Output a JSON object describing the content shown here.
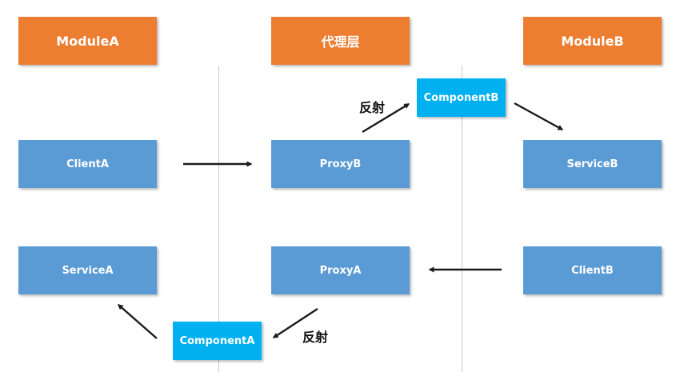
{
  "headers": {
    "module_a": "ModuleA",
    "proxy_layer": "代理层",
    "module_b": "ModuleB"
  },
  "nodes": {
    "client_a": "ClientA",
    "proxy_b": "ProxyB",
    "service_b": "ServiceB",
    "service_a": "ServiceA",
    "proxy_a": "ProxyA",
    "client_b": "ClientB",
    "component_b": "ComponentB",
    "component_a": "ComponentA"
  },
  "labels": {
    "reflect_top": "反射",
    "reflect_bottom": "反射"
  },
  "colors": {
    "header": "#ed7d31",
    "node": "#5b9bd5",
    "component": "#00b0f0",
    "arrow": "#1a1a1a",
    "divider": "#c9c9c9"
  }
}
